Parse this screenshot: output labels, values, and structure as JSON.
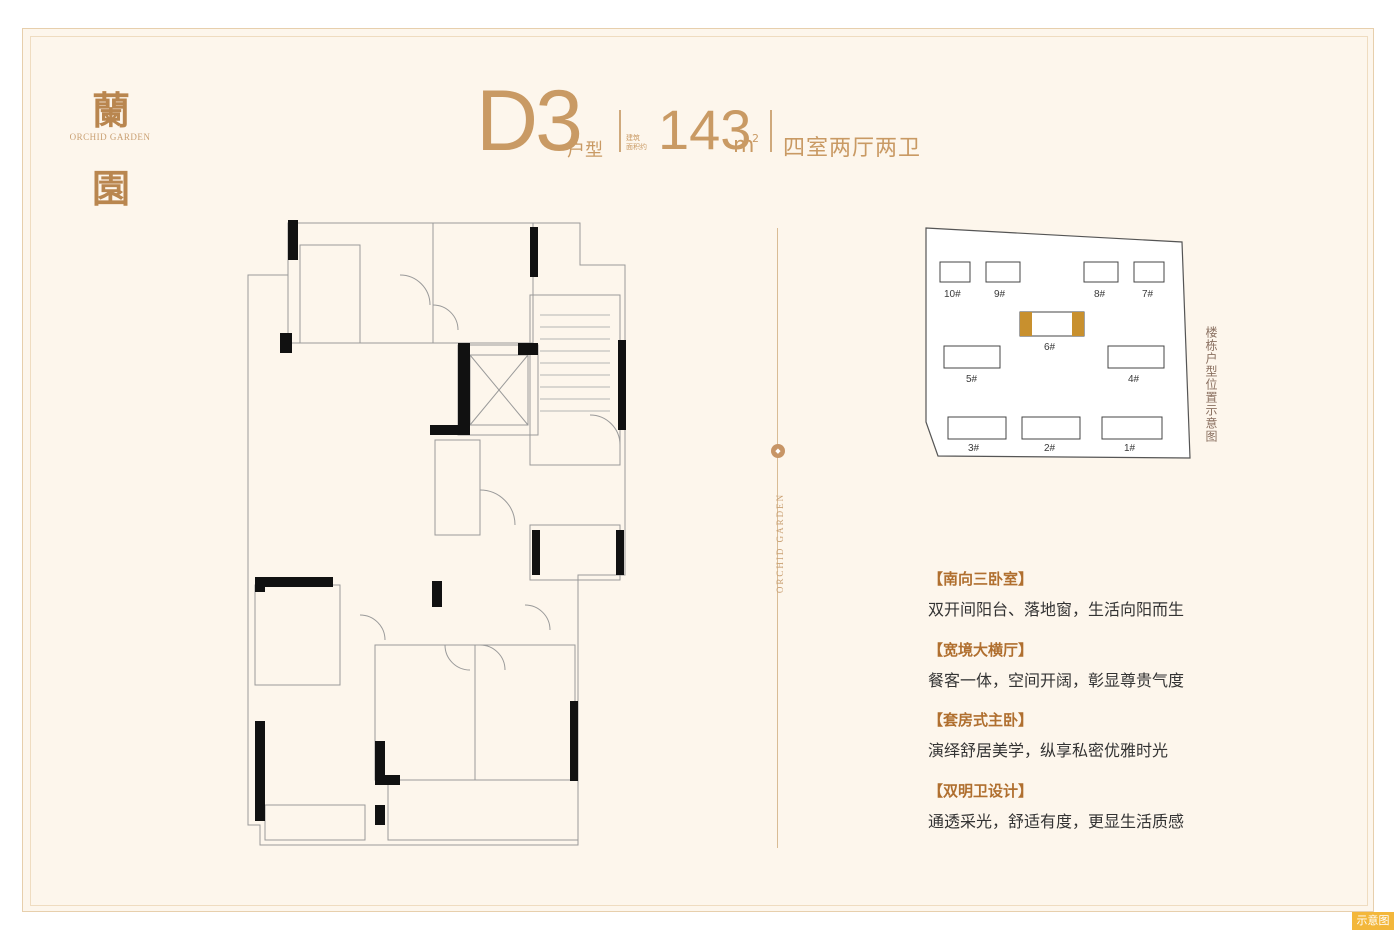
{
  "logo": {
    "char_top": "蘭",
    "char_bottom": "園",
    "en": "ORCHID GARDEN"
  },
  "title": {
    "code": "D3",
    "suffix": "户型",
    "area_label": [
      "建筑",
      "面积约"
    ],
    "area": "143",
    "unit": "m",
    "unit_sup": "2",
    "description": "四室两厅两卫"
  },
  "side_brand": "ORCHID GARDEN",
  "site_plan": {
    "caption": "楼栋户型位置示意图",
    "buildings": [
      "10#",
      "9#",
      "8#",
      "7#",
      "6#",
      "5#",
      "4#",
      "3#",
      "2#",
      "1#"
    ],
    "highlight": "6#"
  },
  "features": [
    {
      "title": "【南向三卧室】",
      "desc": "双开间阳台、落地窗，生活向阳而生"
    },
    {
      "title": "【宽境大横厅】",
      "desc": "餐客一体，空间开阔，彰显尊贵气度"
    },
    {
      "title": "【套房式主卧】",
      "desc": "演绎舒居美学，纵享私密优雅时光"
    },
    {
      "title": "【双明卫设计】",
      "desc": "通透采光，舒适有度，更显生活质感"
    }
  ],
  "watermark": "示意图",
  "colors": {
    "accent": "#c99a64",
    "feature_title": "#b06f2f",
    "highlight_building": "#c8902e",
    "background": "#fdf6ec"
  }
}
